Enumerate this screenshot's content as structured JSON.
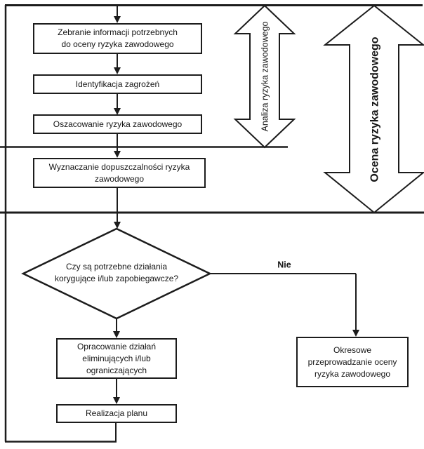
{
  "colors": {
    "line": "#1c1c1c",
    "text": "#161616",
    "background": "#ffffff"
  },
  "steps": {
    "collect_info": {
      "lines": [
        "Zebranie informacji potrzebnych",
        "do oceny ryzyka zawodowego"
      ]
    },
    "identify_hazards": {
      "label": "Identyfikacja zagrożeń"
    },
    "estimate_risk": {
      "label": "Oszacowanie ryzyka zawodowego"
    },
    "determine_acceptability": {
      "lines": [
        "Wyznaczanie dopuszczalności ryzyka",
        "zawodowego"
      ]
    },
    "develop_actions": {
      "lines": [
        "Opracowanie działań",
        "eliminujących i/lub",
        "ograniczających"
      ]
    },
    "execute_plan": {
      "label": "Realizacja planu"
    },
    "periodic_assessment": {
      "lines": [
        "Okresowe",
        "przeprowadzanie oceny",
        "ryzyka zawodowego"
      ]
    }
  },
  "decision": {
    "lines": [
      "Czy są potrzebne",
      "działania korygujące",
      "i/lub zapobiegawcze?"
    ],
    "no_branch_label": "Nie"
  },
  "phase_arrows": {
    "analysis": "Analiza ryzyka zawodowego",
    "assessment": "Ocena ryzyka zawodowego"
  }
}
